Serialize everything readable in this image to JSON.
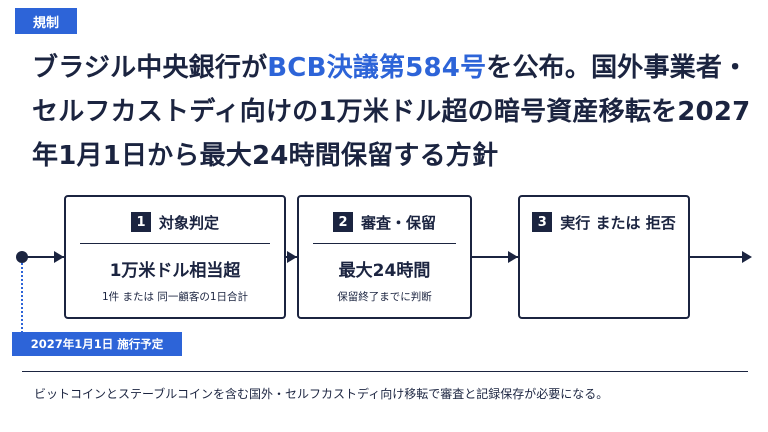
{
  "tag": "規制",
  "headline": {
    "part1": "ブラジル中央銀行が",
    "highlight": "BCB決議第584号",
    "part2": "を公布。国外事業者・セルフカストディ向けの1万米ドル超の暗号資産移転を2027年1月1日から最大24時間保留する方針"
  },
  "steps": [
    {
      "number": "1",
      "title": "対象判定",
      "main": "1万米ドル相当超",
      "sub": "1件 または 同一顧客の1日合計"
    },
    {
      "number": "2",
      "title": "審査・保留",
      "main": "最大24時間",
      "sub": "保留終了までに判断"
    },
    {
      "number": "3",
      "title": "実行 または 拒否",
      "main": "",
      "sub": ""
    }
  ],
  "effective_date": "2027年1月1日 施行予定",
  "footnote": "ビットコインとステーブルコインを含む国外・セルフカストディ向け移転で審査と記録保存が必要になる。",
  "colors": {
    "accent": "#2d64d8",
    "ink": "#1b2440"
  }
}
